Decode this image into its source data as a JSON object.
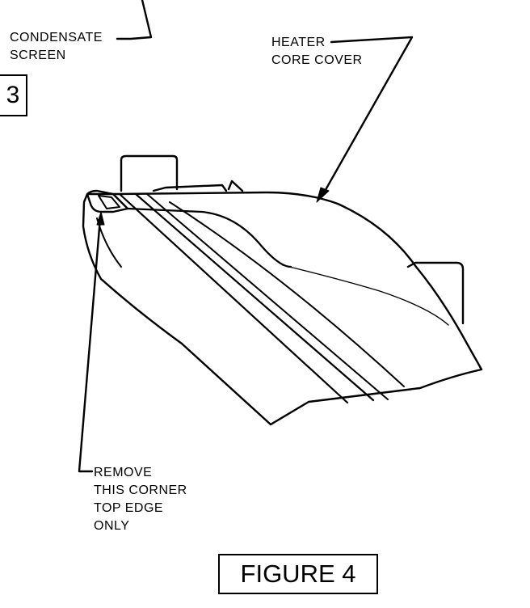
{
  "step_number": "3",
  "labels": {
    "condensate": [
      "CONDENSATE",
      "SCREEN"
    ],
    "heater": [
      "HEATER",
      "CORE COVER"
    ],
    "remove": [
      "REMOVE",
      "THIS CORNER",
      "TOP EDGE",
      "ONLY"
    ]
  },
  "figure_caption": "FIGURE 4"
}
